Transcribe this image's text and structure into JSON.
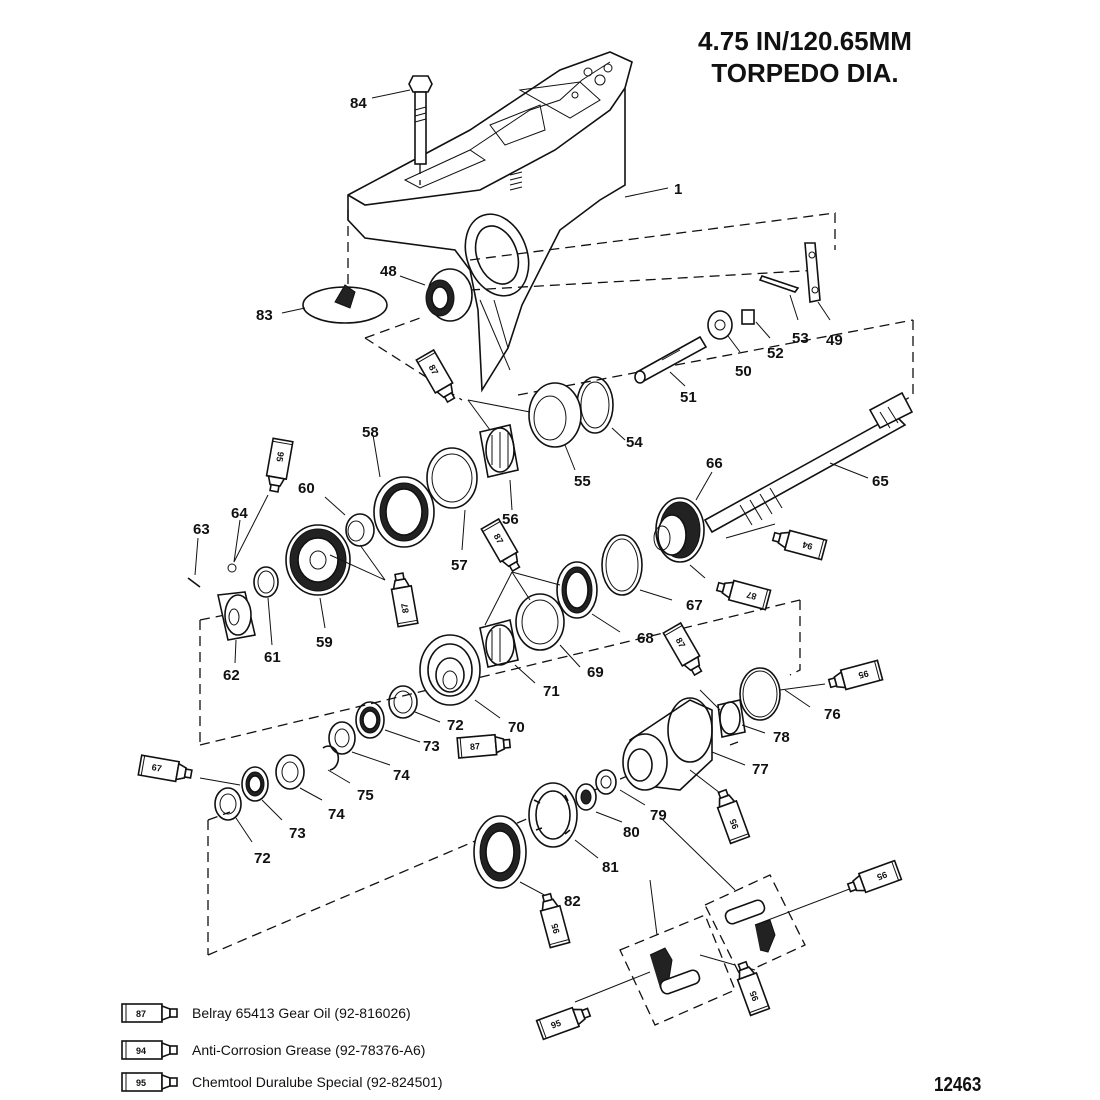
{
  "title": {
    "line1": "4.75 IN/120.65MM",
    "line2": "TORPEDO DIA."
  },
  "drawing_number": "12463",
  "callouts": [
    "84",
    "1",
    "48",
    "83",
    "53",
    "49",
    "52",
    "50",
    "51",
    "87",
    "58",
    "54",
    "55",
    "95",
    "60",
    "56",
    "66",
    "65",
    "64",
    "57",
    "87",
    "94",
    "63",
    "87",
    "67",
    "61",
    "59",
    "87",
    "68",
    "87",
    "62",
    "69",
    "71",
    "95",
    "76",
    "72",
    "70",
    "78",
    "87",
    "73",
    "67",
    "74",
    "75",
    "77",
    "79",
    "80",
    "95",
    "73",
    "74",
    "72",
    "81",
    "95",
    "82",
    "95",
    "95",
    "95"
  ],
  "legend": [
    {
      "code": "87",
      "text": "Belray 65413 Gear Oil (92-816026)"
    },
    {
      "code": "94",
      "text": "Anti-Corrosion Grease (92-78376-A6)"
    },
    {
      "code": "95",
      "text": "Chemtool Duralube Special (92-824501)"
    }
  ]
}
